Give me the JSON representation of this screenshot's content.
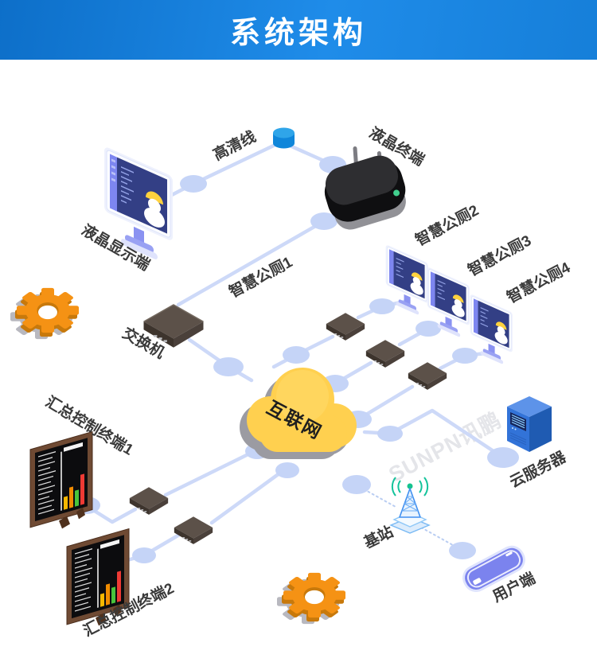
{
  "header": {
    "title": "系统架构"
  },
  "diagram": {
    "watermark": "SUNPN讯鹏",
    "nodes": {
      "lcd_display": {
        "label": "液晶显示端",
        "icon": "monitor-icon"
      },
      "hd_cable": {
        "label": "高清线",
        "icon": "cable-connector-icon"
      },
      "lcd_terminal": {
        "label": "液晶终端",
        "icon": "wireless-router-icon"
      },
      "toilet1": {
        "label": "智慧公厕1"
      },
      "toilet2": {
        "label": "智慧公厕2",
        "icon": "monitor-icon"
      },
      "toilet3": {
        "label": "智慧公厕3",
        "icon": "monitor-icon"
      },
      "toilet4": {
        "label": "智慧公厕4",
        "icon": "monitor-icon"
      },
      "switch": {
        "label": "交换机",
        "icon": "switch-box-icon"
      },
      "internet": {
        "label": "互联网",
        "icon": "cloud-icon"
      },
      "control1": {
        "label": "汇总控制终端1",
        "icon": "dashboard-screen-icon"
      },
      "control2": {
        "label": "汇总控制终端2",
        "icon": "dashboard-screen-icon"
      },
      "cloud_server": {
        "label": "云服务器",
        "icon": "server-icon"
      },
      "base_station": {
        "label": "基站",
        "icon": "base-station-icon"
      },
      "client": {
        "label": "用户端",
        "icon": "smartphone-icon"
      }
    },
    "colors": {
      "header_blue_1": "#0d6fc9",
      "header_blue_2": "#1f8ce9",
      "line": "#cdd9f8",
      "dot": "#c5d4f7",
      "cloud_yellow": "#ffd04f",
      "gear_orange": "#f59214",
      "label_dark": "#3a3a3a"
    }
  }
}
